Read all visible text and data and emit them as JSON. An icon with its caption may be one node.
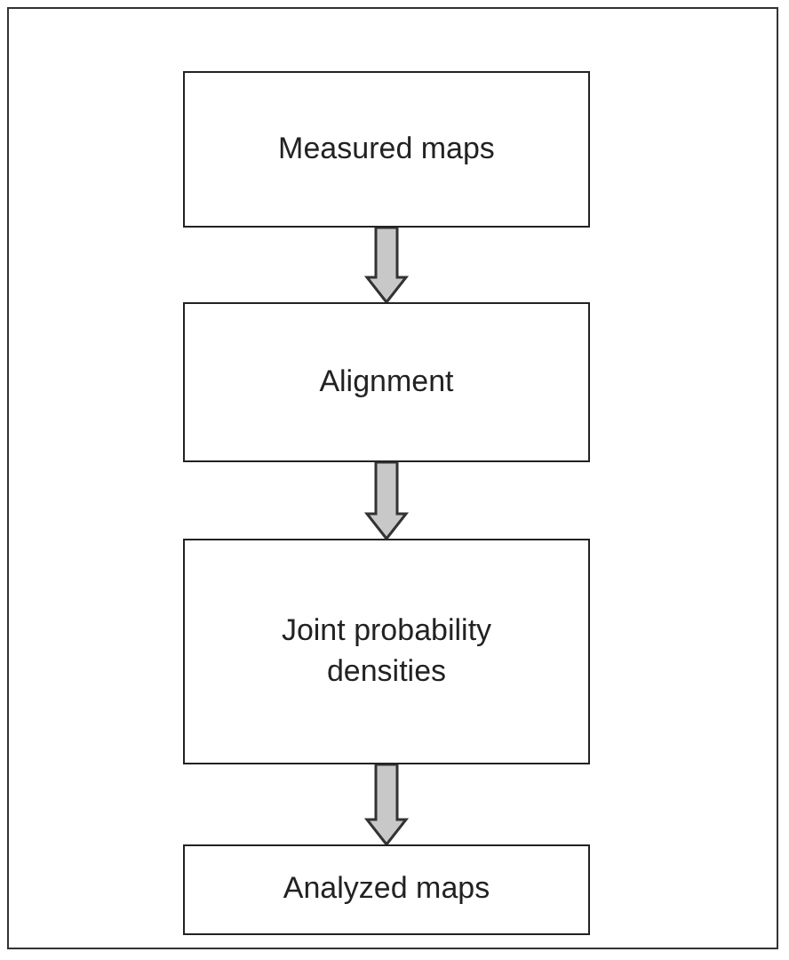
{
  "diagram": {
    "nodes": [
      {
        "text": [
          "Measured maps"
        ]
      },
      {
        "text": [
          "Alignment"
        ]
      },
      {
        "text": [
          "Joint probability densities"
        ]
      },
      {
        "text": [
          "Analyzed maps"
        ]
      }
    ],
    "edges": [
      {
        "from": 0,
        "to": 1,
        "arrow": "to"
      },
      {
        "from": 1,
        "to": 2,
        "arrow": "to"
      },
      {
        "from": 2,
        "to": 3,
        "arrow": "to"
      }
    ]
  }
}
